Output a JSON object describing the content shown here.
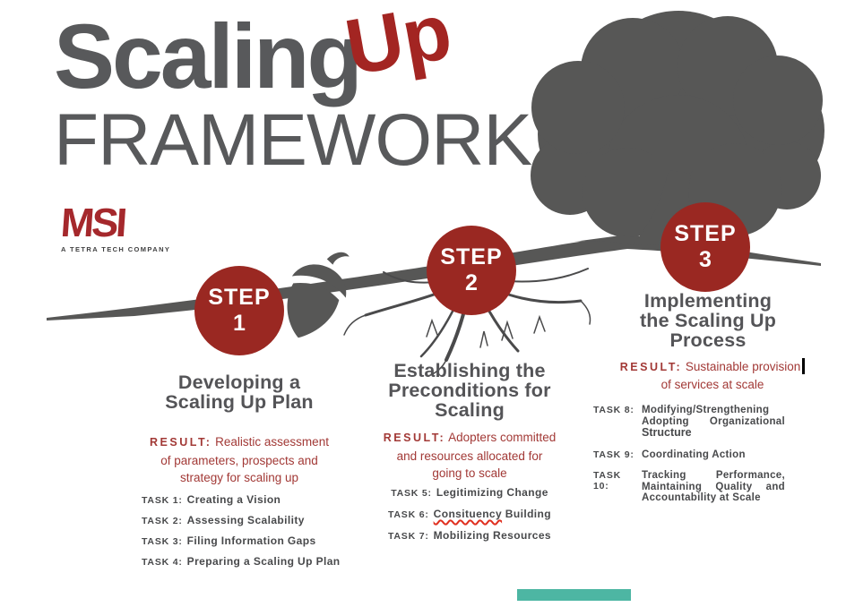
{
  "title": {
    "main": "Scaling",
    "accent": "Up",
    "subtitle": "FRAMEWORK"
  },
  "logo": {
    "brand": "MSI",
    "tagline": "A TETRA TECH COMPANY"
  },
  "colors": {
    "brand_red": "#9A2822",
    "logo_red": "#A5282C",
    "result_red": "#A23936",
    "squiggle_red": "#E02F1F",
    "title_gray": "#58595B",
    "tree_gray": "#575756",
    "task_gray": "#48494B",
    "teal_accent": "#4DB6A3"
  },
  "steps": [
    {
      "badge_label": "STEP",
      "badge_number": "1",
      "heading_lines": [
        "Developing a",
        "Scaling Up Plan"
      ],
      "result_label": "RESULT:",
      "result_lines": [
        "Realistic assessment",
        "of parameters, prospects and",
        "strategy for scaling up"
      ],
      "tasks": [
        {
          "id": "TASK 1:",
          "label": "Creating a Vision"
        },
        {
          "id": "TASK 2:",
          "label": "Assessing Scalability"
        },
        {
          "id": "TASK 3:",
          "label": "Filing Information Gaps"
        },
        {
          "id": "TASK 4:",
          "label": "Preparing a Scaling Up Plan"
        }
      ]
    },
    {
      "badge_label": "STEP",
      "badge_number": "2",
      "heading_lines": [
        "Establishing the",
        "Preconditions for",
        "Scaling"
      ],
      "result_label": "RESULT:",
      "result_lines": [
        "Adopters committed",
        "and resources allocated for",
        "going to scale"
      ],
      "tasks": [
        {
          "id": "TASK 5:",
          "label": "Legitimizing Change"
        },
        {
          "id": "TASK 6:",
          "label_misspelled": "Consituency",
          "label": " Building"
        },
        {
          "id": "TASK 7:",
          "label": "Mobilizing Resources"
        }
      ]
    },
    {
      "badge_label": "STEP",
      "badge_number": "3",
      "heading_lines": [
        "Implementing",
        "the Scaling Up",
        "Process"
      ],
      "result_label": "RESULT:",
      "result_lines": [
        "Sustainable provision",
        "of services at scale"
      ],
      "tasks": [
        {
          "id": "TASK 8:",
          "label": "Modifying/Strengthening Adopting Organizational",
          "label_bold": "Structure"
        },
        {
          "id": "TASK 9:",
          "label": "Coordinating Action"
        },
        {
          "id": "TASK 10:",
          "label": "Tracking Performance, Maintaining Quality and Accountability at Scale"
        }
      ]
    }
  ]
}
